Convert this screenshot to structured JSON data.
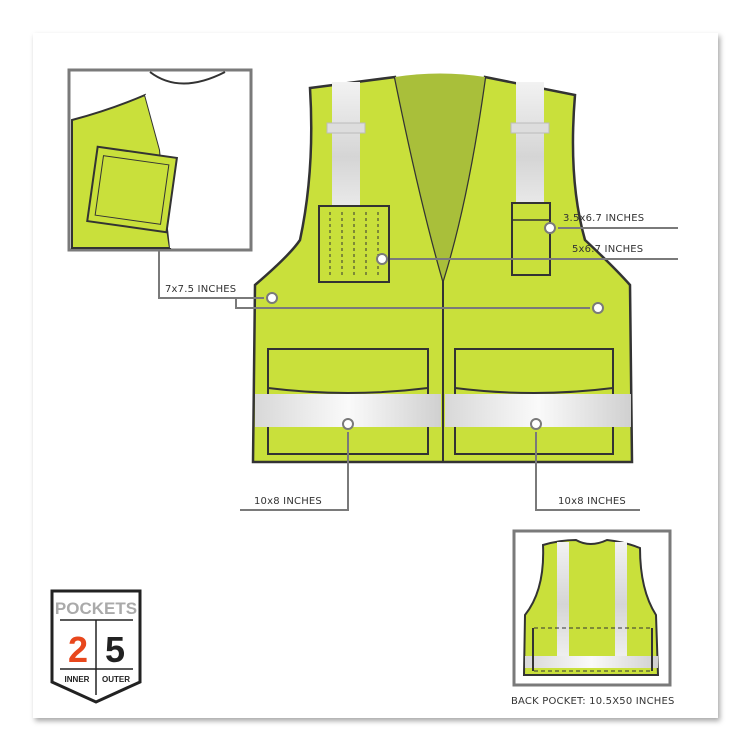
{
  "callouts": {
    "chest_small": "3.5x6.7 INCHES",
    "chest_large": "5x6.7 INCHES",
    "inner": "7x7.5 INCHES",
    "lower_left": "10x8 INCHES",
    "lower_right": "10x8 INCHES",
    "back": "BACK POCKET: 10.5X50 INCHES"
  },
  "badge": {
    "title": "POCKETS",
    "inner_count": "2",
    "outer_count": "5",
    "inner_label": "INNER",
    "outer_label": "OUTER"
  },
  "colors": {
    "vest": "#c9e03b",
    "vest_inner": "#a9bf3a",
    "reflective": "#e6e6e6",
    "callout_line": "#7a7a7a",
    "inner_number": "#e8471c"
  }
}
